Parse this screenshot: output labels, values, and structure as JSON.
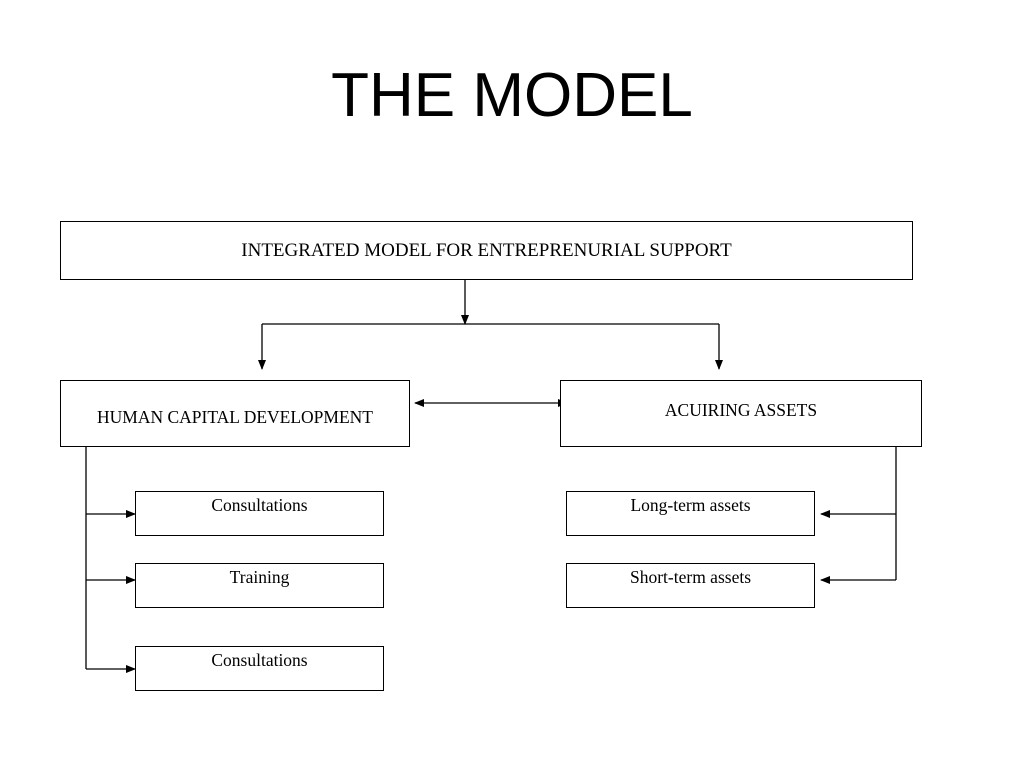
{
  "slide": {
    "title": "THE MODEL"
  },
  "diagram": {
    "root": {
      "label": "INTEGRATED MODEL FOR ENTREPRENURIAL SUPPORT"
    },
    "branches": [
      {
        "label": "HUMAN CAPITAL DEVELOPMENT",
        "children": [
          "Consultations",
          "Training",
          "Consultations"
        ]
      },
      {
        "label": "ACUIRING ASSETS",
        "children": [
          "Long-term assets",
          "Short-term assets"
        ]
      }
    ],
    "edges": [
      {
        "from": "INTEGRATED MODEL FOR ENTREPRENURIAL SUPPORT",
        "to": "HUMAN CAPITAL DEVELOPMENT",
        "type": "arrow"
      },
      {
        "from": "INTEGRATED MODEL FOR ENTREPRENURIAL SUPPORT",
        "to": "ACUIRING ASSETS",
        "type": "arrow"
      },
      {
        "from": "HUMAN CAPITAL DEVELOPMENT",
        "to": "ACUIRING ASSETS",
        "type": "bidirectional-arrow"
      }
    ],
    "line_color": "#000000",
    "box_border_color": "#000000"
  }
}
